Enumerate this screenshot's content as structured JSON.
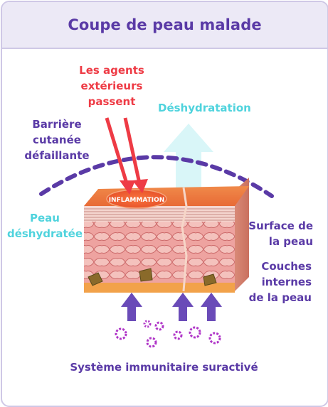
{
  "title": "Coupe de peau malade",
  "labels": {
    "external_agents": [
      "Les agents",
      "extérieurs",
      "passent"
    ],
    "dehydration": "Déshydratation",
    "barrier": [
      "Barrière",
      "cutanée",
      "défaillante"
    ],
    "dehydrated_skin": [
      "Peau",
      "déshydratée"
    ],
    "skin_surface": [
      "Surface de",
      "la peau"
    ],
    "inner_layers": [
      "Couches",
      "internes",
      "de la peau"
    ],
    "immune_system": "Système immunitaire suractivé",
    "inflammation": "INFLAMMATION"
  },
  "colors": {
    "title_purple": "#5a3aa6",
    "red": "#ee3b45",
    "cyan": "#4fd3dd",
    "header_bg": "#ece9f6",
    "dehydration_arrow": "#d9f6f8",
    "immune_arrow": "#6a4bb8",
    "immune_cells": "#b036c8"
  }
}
